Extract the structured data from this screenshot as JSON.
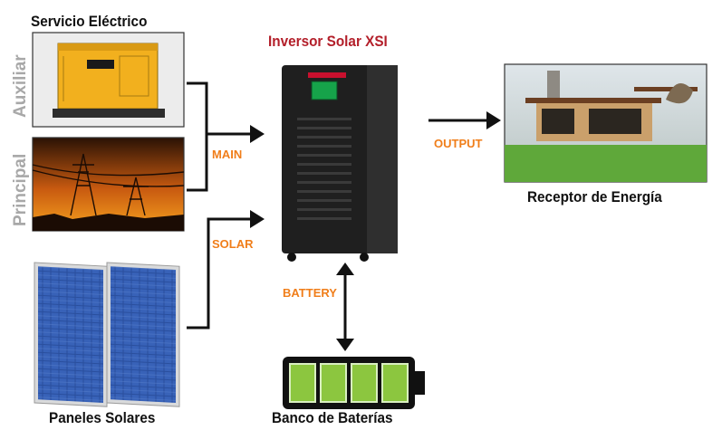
{
  "titles": {
    "servicio": "Servicio Eléctrico",
    "inversor": "Inversor Solar XSI",
    "receptor": "Receptor de Energía",
    "paneles": "Paneles Solares",
    "banco": "Banco de Baterías"
  },
  "side_labels": {
    "auxiliar": "Auxiliar",
    "principal": "Principal"
  },
  "flows": {
    "main": "MAIN",
    "solar": "SOLAR",
    "output": "OUTPUT",
    "battery": "BATTERY"
  },
  "colors": {
    "accent": "#f07e1a",
    "title_red": "#b31f2a",
    "battery_green": "#8cc63f"
  },
  "battery_cells": 4
}
